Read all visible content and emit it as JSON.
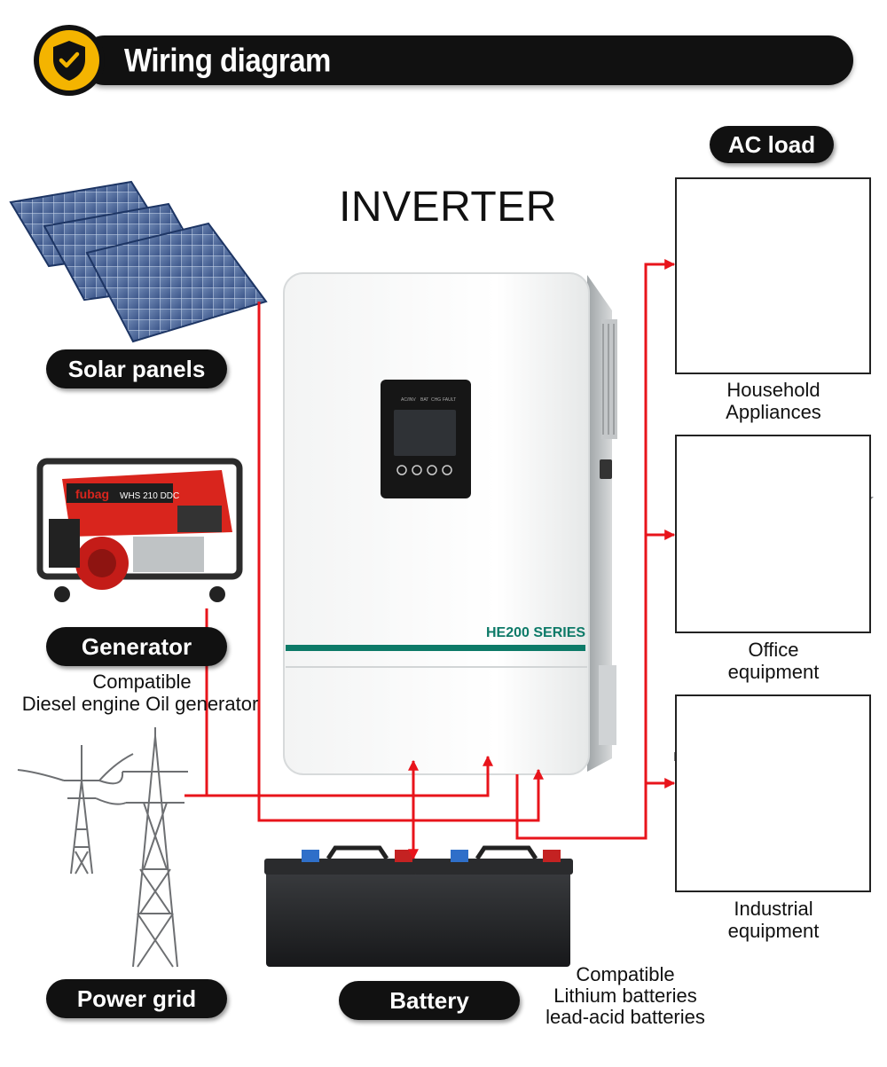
{
  "header": {
    "title": "Wiring diagram",
    "icon": "shield-check-icon",
    "accent": "#f4b400"
  },
  "center": {
    "title": "INVERTER",
    "device_label": "HE200 SERIES",
    "device_brand": "",
    "display_indicators": [
      "AC/INV",
      "BAT",
      "CHG",
      "FAULT"
    ]
  },
  "sources": {
    "solar": {
      "label": "Solar panels"
    },
    "generator": {
      "label": "Generator",
      "brand": "fubag",
      "model": "WHS 210 DDC",
      "caption_line1": "Compatible",
      "caption_line2": "Diesel engine Oil generator"
    },
    "grid": {
      "label": "Power grid"
    }
  },
  "battery": {
    "label": "Battery",
    "caption_line1": "Compatible",
    "caption_line2": "Lithium batteries",
    "caption_line3": "lead-acid batteries"
  },
  "loads": {
    "title": "AC load",
    "household": {
      "caption_line1": "Household",
      "caption_line2": "Appliances"
    },
    "office": {
      "caption_line1": "Office",
      "caption_line2": "equipment"
    },
    "industrial": {
      "caption_line1": "Industrial",
      "caption_line2": "equipment"
    }
  },
  "colors": {
    "wire": "#e8141b",
    "pill_bg": "#111111",
    "teal": "#0d7a68"
  }
}
